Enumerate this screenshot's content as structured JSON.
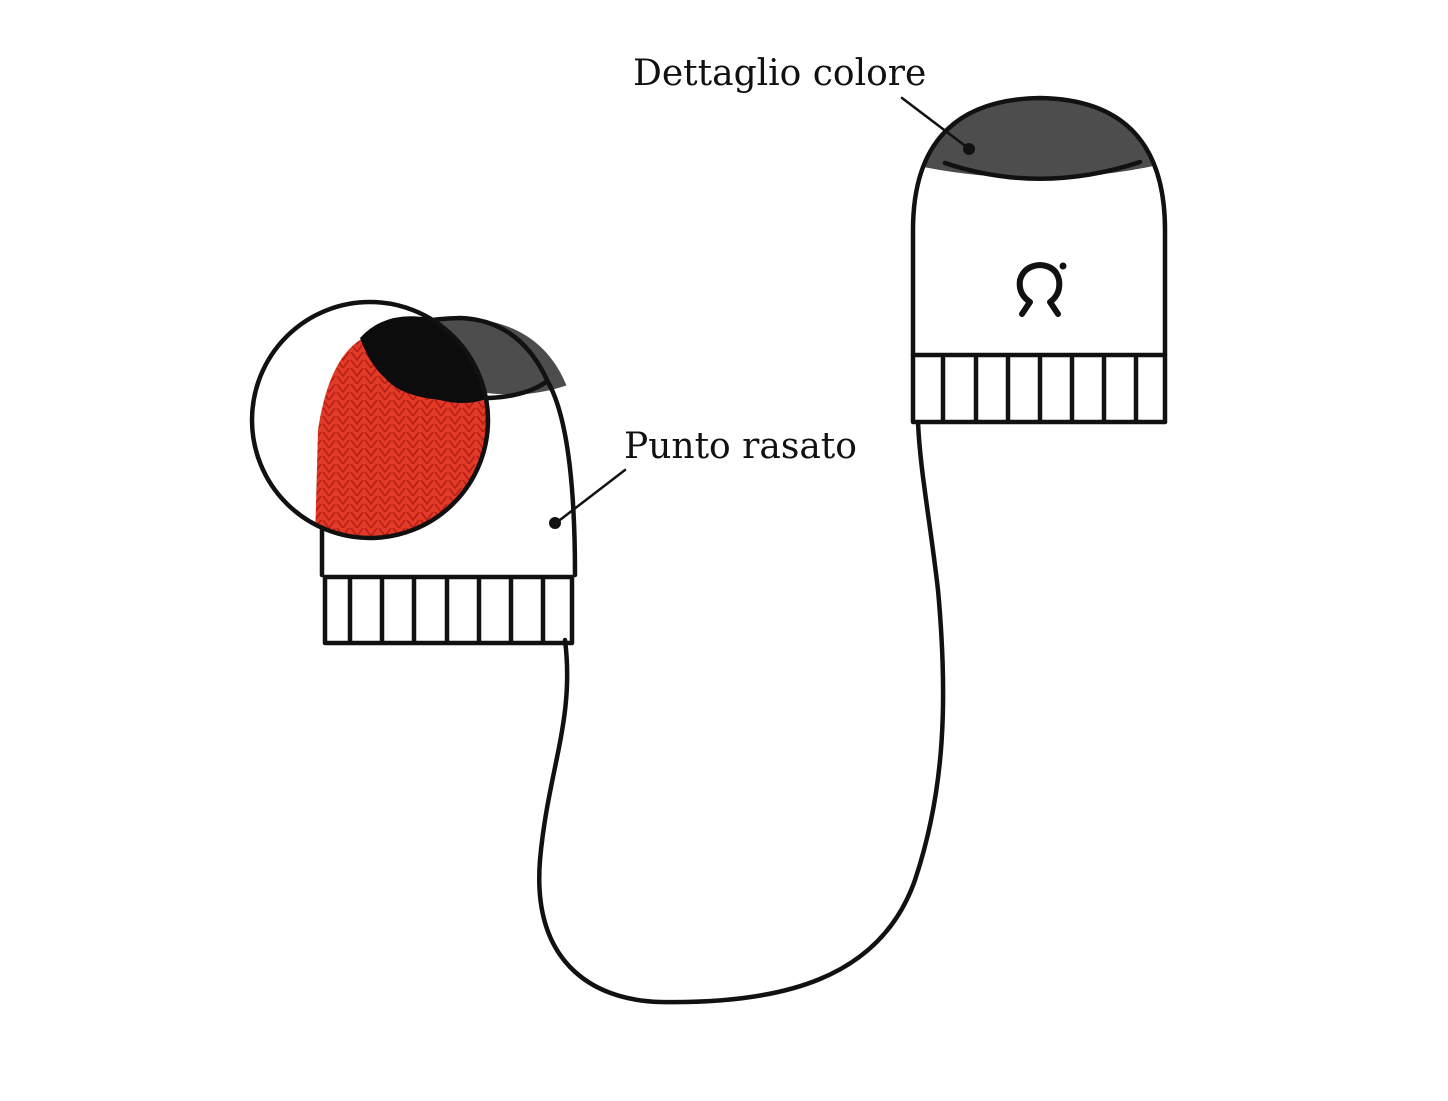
{
  "labels": {
    "color_detail": "Dettaglio colore",
    "stockinette": "Punto rasato"
  },
  "colors": {
    "outline": "#111111",
    "tip_gray": "#4d4d4d",
    "knit_red": "#e23a28",
    "knit_black": "#0c0c0c",
    "background": "#ffffff"
  },
  "icons": {
    "brand_logo": "omega-dot-logo",
    "magnifier": "knit-texture-zoom"
  }
}
